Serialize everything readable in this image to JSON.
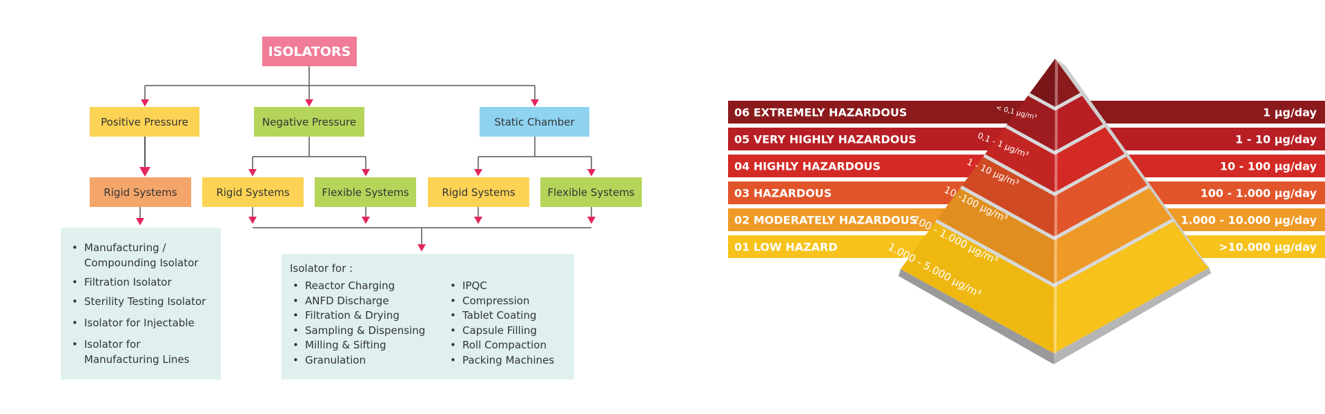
{
  "flowchart": {
    "root": "ISOLATORS",
    "categories": {
      "positive": "Positive Pressure",
      "negative": "Negative Pressure",
      "static": "Static Chamber"
    },
    "systems": {
      "pos_rigid": "Rigid Systems",
      "neg_rigid": "Rigid Systems",
      "neg_flexible": "Flexible Systems",
      "static_rigid": "Rigid Systems",
      "static_flexible": "Flexible Systems"
    },
    "left_list": [
      "Manufacturing / Compounding Isolator",
      "Filtration Isolator",
      "Sterility Testing Isolator",
      "Isolator for Injectable",
      "Isolator for Manufacturing Lines"
    ],
    "right_panel": {
      "title": "Isolator for :",
      "col1": [
        "Reactor Charging",
        "ANFD Discharge",
        "Filtration & Drying",
        "Sampling & Dispensing",
        "Milling & Sifting",
        "Granulation"
      ],
      "col2": [
        "IPQC",
        "Compression",
        "Tablet Coating",
        "Capsule Filling",
        "Roll Compaction",
        "Packing Machines"
      ]
    },
    "colors": {
      "root": "#f07c97",
      "positive": "#fcd355",
      "negative": "#b5d55a",
      "static": "#8fd3f1",
      "rigid_orange": "#f4a66a",
      "rigid_yellow": "#fcd355",
      "flexible_green": "#b5d55a",
      "panel": "#dff0ef",
      "connector": "#555555",
      "arrow": "#e5245c"
    }
  },
  "hazard_pyramid": {
    "rows": [
      {
        "num": "06",
        "label": "EXTREMELY HAZARDOUS",
        "dose": "1 µg/day",
        "band": "< 0,1 µg/m³",
        "color": "#8b1a1c",
        "face": "#7a1618"
      },
      {
        "num": "05",
        "label": "VERY HIGHLY HAZARDOUS",
        "dose": "1 - 10 µg/day",
        "band": "0,1 - 1 µg/m³",
        "color": "#b71f24",
        "face": "#9e1b20"
      },
      {
        "num": "04",
        "label": "HIGHLY HAZARDOUS",
        "dose": "10 - 100 µg/day",
        "band": "1 - 10 µg/m³",
        "color": "#d42a26",
        "face": "#c22522"
      },
      {
        "num": "03",
        "label": "HAZARDOUS",
        "dose": "100 - 1.000 µg/day",
        "band": "10 -100 µg/m³",
        "color": "#e2552a",
        "face": "#d04a24"
      },
      {
        "num": "02",
        "label": "MODERATELY HAZARDOUS",
        "dose": "1.000 - 10.000 µg/day",
        "band": "100 - 1.000 µg/m³",
        "color": "#ee9a27",
        "face": "#e08e1f"
      },
      {
        "num": "01",
        "label": "LOW HAZARD",
        "dose": ">10.000 µg/day",
        "band": "1.000 - 5.000 µg/m³",
        "color": "#f6c21b",
        "face": "#efb811"
      }
    ]
  }
}
